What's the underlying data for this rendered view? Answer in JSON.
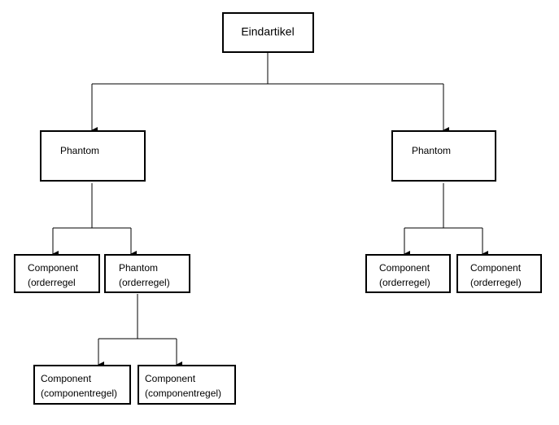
{
  "diagram": {
    "root": {
      "label": "Eindartikel"
    },
    "left_phantom": {
      "label": "Phantom"
    },
    "right_phantom": {
      "label": "Phantom"
    },
    "left_component": {
      "line1": "Component",
      "line2": "(orderregel"
    },
    "left_phantom_order": {
      "line1": "Phantom",
      "line2": "(orderregel)"
    },
    "sub_component_1": {
      "line1": "Component",
      "line2": "(componentregel)"
    },
    "sub_component_2": {
      "line1": "Component",
      "line2": "(componentregel)"
    },
    "right_component_1": {
      "line1": "Component",
      "line2": "(orderregel)"
    },
    "right_component_2": {
      "line1": "Component",
      "line2": "(orderregel)"
    }
  },
  "colors": {
    "stroke": "#000000",
    "background": "#ffffff"
  }
}
